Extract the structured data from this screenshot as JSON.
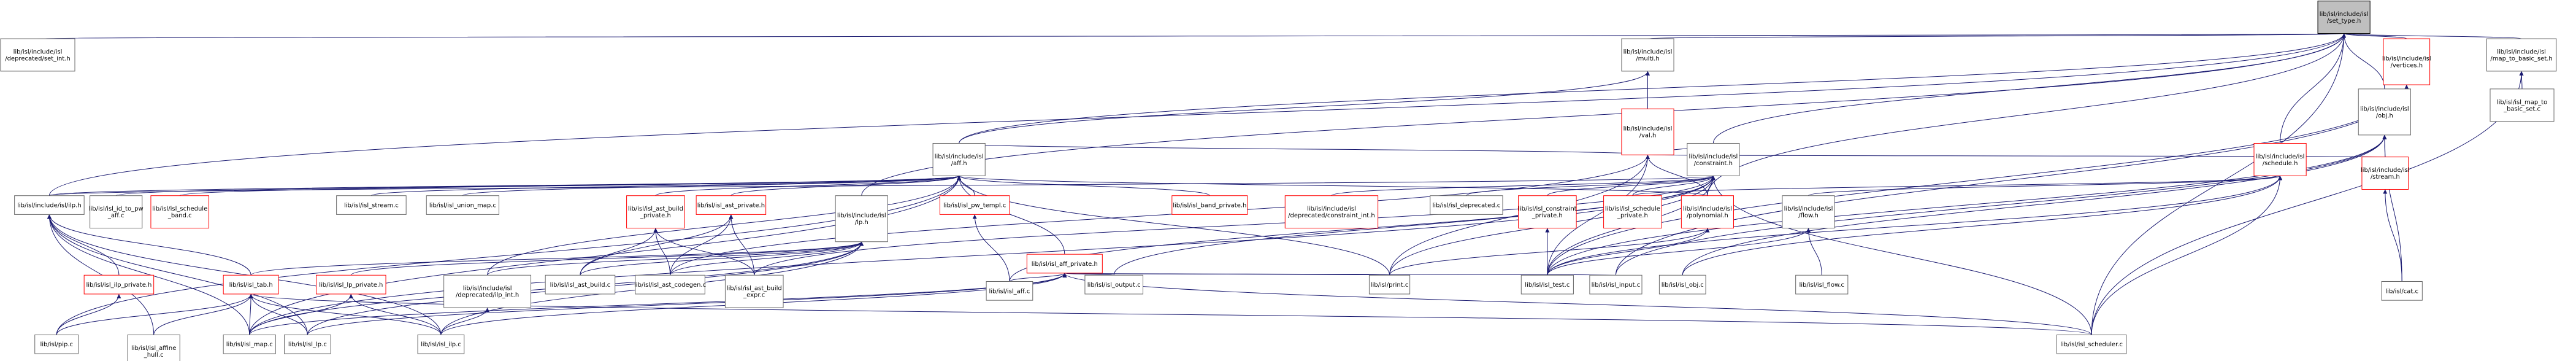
{
  "graph": {
    "edge_color": "#191970",
    "current_fill": "#bfbfbf",
    "nodes": [
      {
        "id": "set_type",
        "lines": [
          "lib/isl/include/isl",
          "/set_type.h"
        ],
        "style": "current"
      },
      {
        "id": "deprecated_set_int",
        "lines": [
          "lib/isl/include/isl",
          "/deprecated/set_int.h"
        ],
        "style": "normal"
      },
      {
        "id": "multi",
        "lines": [
          "lib/isl/include/isl",
          "/multi.h"
        ],
        "style": "normal"
      },
      {
        "id": "val",
        "lines": [
          "lib/isl/include/isl",
          "/val.h"
        ],
        "style": "red"
      },
      {
        "id": "vertices",
        "lines": [
          "lib/isl/include/isl",
          "/vertices.h"
        ],
        "style": "red"
      },
      {
        "id": "map_to_basic_set",
        "lines": [
          "lib/isl/include/isl",
          "/map_to_basic_set.h"
        ],
        "style": "normal"
      },
      {
        "id": "obj",
        "lines": [
          "lib/isl/include/isl",
          "/obj.h"
        ],
        "style": "normal"
      },
      {
        "id": "map_to_basic_set_c",
        "lines": [
          "lib/isl/isl_map_to",
          "_basic_set.c"
        ],
        "style": "normal"
      },
      {
        "id": "aff",
        "lines": [
          "lib/isl/include/isl",
          "/aff.h"
        ],
        "style": "normal"
      },
      {
        "id": "constraint",
        "lines": [
          "lib/isl/include/isl",
          "/constraint.h"
        ],
        "style": "normal"
      },
      {
        "id": "stream",
        "lines": [
          "lib/isl/include/isl",
          "/stream.h"
        ],
        "style": "red"
      },
      {
        "id": "schedule",
        "lines": [
          "lib/isl/include/isl",
          "/schedule.h"
        ],
        "style": "red"
      },
      {
        "id": "cat_c",
        "lines": [
          "lib/isl/cat.c"
        ],
        "style": "normal"
      },
      {
        "id": "ilp",
        "lines": [
          "lib/isl/include/isl/ilp.h"
        ],
        "style": "normal"
      },
      {
        "id": "id_to_pw_aff",
        "lines": [
          "lib/isl/isl_id_to_pw",
          "_aff.c"
        ],
        "style": "normal"
      },
      {
        "id": "schedule_band",
        "lines": [
          "lib/isl/isl_schedule",
          "_band.c"
        ],
        "style": "red"
      },
      {
        "id": "stream_c",
        "lines": [
          "lib/isl/isl_stream.c"
        ],
        "style": "normal"
      },
      {
        "id": "union_map_c",
        "lines": [
          "lib/isl/isl_union_map.c"
        ],
        "style": "normal"
      },
      {
        "id": "ast_build_private",
        "lines": [
          "lib/isl/isl_ast_build",
          "_private.h"
        ],
        "style": "red"
      },
      {
        "id": "ast_private",
        "lines": [
          "lib/isl/isl_ast_private.h"
        ],
        "style": "red"
      },
      {
        "id": "lp_h",
        "lines": [
          "lib/isl/include/isl",
          "/lp.h"
        ],
        "style": "normal"
      },
      {
        "id": "pw_templ",
        "lines": [
          "lib/isl/isl_pw_templ.c"
        ],
        "style": "red"
      },
      {
        "id": "band_private",
        "lines": [
          "lib/isl/isl_band_private.h"
        ],
        "style": "red"
      },
      {
        "id": "deprecated_constraint_int",
        "lines": [
          "lib/isl/include/isl",
          "/deprecated/constraint_int.h"
        ],
        "style": "red"
      },
      {
        "id": "deprecated_c",
        "lines": [
          "lib/isl/isl_deprecated.c"
        ],
        "style": "normal"
      },
      {
        "id": "constraint_private",
        "lines": [
          "lib/isl/isl_constraint",
          "_private.h"
        ],
        "style": "red"
      },
      {
        "id": "schedule_private",
        "lines": [
          "lib/isl/isl_schedule",
          "_private.h"
        ],
        "style": "red"
      },
      {
        "id": "polynomial",
        "lines": [
          "lib/isl/include/isl",
          "/polynomial.h"
        ],
        "style": "red"
      },
      {
        "id": "flow",
        "lines": [
          "lib/isl/include/isl",
          "/flow.h"
        ],
        "style": "normal"
      },
      {
        "id": "aff_private",
        "lines": [
          "lib/isl/isl_aff_private.h"
        ],
        "style": "red"
      },
      {
        "id": "ilp_private",
        "lines": [
          "lib/isl/isl_ilp_private.h"
        ],
        "style": "red"
      },
      {
        "id": "tab",
        "lines": [
          "lib/isl/isl_tab.h"
        ],
        "style": "red"
      },
      {
        "id": "lp_private",
        "lines": [
          "lib/isl/isl_lp_private.h"
        ],
        "style": "red"
      },
      {
        "id": "deprecated_ilp_int",
        "lines": [
          "lib/isl/include/isl",
          "/deprecated/ilp_int.h"
        ],
        "style": "normal"
      },
      {
        "id": "ast_build_c",
        "lines": [
          "lib/isl/isl_ast_build.c"
        ],
        "style": "normal"
      },
      {
        "id": "ast_codegen_c",
        "lines": [
          "lib/isl/isl_ast_codegen.c"
        ],
        "style": "normal"
      },
      {
        "id": "ast_build_expr",
        "lines": [
          "lib/isl/isl_ast_build",
          "_expr.c"
        ],
        "style": "normal"
      },
      {
        "id": "aff_c",
        "lines": [
          "lib/isl/isl_aff.c"
        ],
        "style": "normal"
      },
      {
        "id": "output_c",
        "lines": [
          "lib/isl/isl_output.c"
        ],
        "style": "normal"
      },
      {
        "id": "print_c",
        "lines": [
          "lib/isl/print.c"
        ],
        "style": "normal"
      },
      {
        "id": "test_c",
        "lines": [
          "lib/isl/isl_test.c"
        ],
        "style": "normal"
      },
      {
        "id": "input_c",
        "lines": [
          "lib/isl/isl_input.c"
        ],
        "style": "normal"
      },
      {
        "id": "obj_c",
        "lines": [
          "lib/isl/isl_obj.c"
        ],
        "style": "normal"
      },
      {
        "id": "flow_c",
        "lines": [
          "lib/isl/isl_flow.c"
        ],
        "style": "normal"
      },
      {
        "id": "pip_c",
        "lines": [
          "lib/isl/pip.c"
        ],
        "style": "normal"
      },
      {
        "id": "affine_hull_c",
        "lines": [
          "lib/isl/isl_affine",
          "_hull.c"
        ],
        "style": "normal"
      },
      {
        "id": "map_c",
        "lines": [
          "lib/isl/isl_map.c"
        ],
        "style": "normal"
      },
      {
        "id": "lp_c",
        "lines": [
          "lib/isl/isl_lp.c"
        ],
        "style": "normal"
      },
      {
        "id": "ilp_c",
        "lines": [
          "lib/isl/isl_ilp.c"
        ],
        "style": "normal"
      },
      {
        "id": "scheduler_c",
        "lines": [
          "lib/isl/isl_scheduler.c"
        ],
        "style": "normal"
      }
    ],
    "edges": [
      [
        "deprecated_set_int",
        "set_type"
      ],
      [
        "multi",
        "set_type"
      ],
      [
        "vertices",
        "set_type"
      ],
      [
        "map_to_basic_set",
        "set_type"
      ],
      [
        "obj",
        "set_type"
      ],
      [
        "aff",
        "set_type"
      ],
      [
        "constraint",
        "set_type"
      ],
      [
        "schedule",
        "set_type"
      ],
      [
        "ilp",
        "set_type"
      ],
      [
        "lp_h",
        "set_type"
      ],
      [
        "polynomial",
        "set_type"
      ],
      [
        "scheduler_c",
        "set_type"
      ],
      [
        "val",
        "multi"
      ],
      [
        "aff",
        "multi"
      ],
      [
        "aff",
        "val"
      ],
      [
        "constraint",
        "val"
      ],
      [
        "stream",
        "val"
      ],
      [
        "polynomial",
        "val"
      ],
      [
        "print_c",
        "val"
      ],
      [
        "ast_codegen_c",
        "val"
      ],
      [
        "test_c",
        "val"
      ],
      [
        "map_to_basic_set_c",
        "map_to_basic_set"
      ],
      [
        "scheduler_c",
        "map_to_basic_set"
      ],
      [
        "stream",
        "obj"
      ],
      [
        "cat_c",
        "obj"
      ],
      [
        "obj_c",
        "obj"
      ],
      [
        "input_c",
        "obj"
      ],
      [
        "test_c",
        "obj"
      ],
      [
        "cat_c",
        "stream"
      ],
      [
        "ilp",
        "aff"
      ],
      [
        "id_to_pw_aff",
        "aff"
      ],
      [
        "schedule_band",
        "aff"
      ],
      [
        "stream_c",
        "aff"
      ],
      [
        "union_map_c",
        "aff"
      ],
      [
        "ast_build_private",
        "aff"
      ],
      [
        "ast_private",
        "aff"
      ],
      [
        "pw_templ",
        "aff"
      ],
      [
        "band_private",
        "aff"
      ],
      [
        "aff_private",
        "aff"
      ],
      [
        "polynomial",
        "aff"
      ],
      [
        "print_c",
        "aff"
      ],
      [
        "map_c",
        "aff"
      ],
      [
        "pip_c",
        "aff"
      ],
      [
        "deprecated_ilp_int",
        "aff"
      ],
      [
        "ilp",
        "constraint"
      ],
      [
        "deprecated_constraint_int",
        "constraint"
      ],
      [
        "deprecated_c",
        "constraint"
      ],
      [
        "constraint_private",
        "constraint"
      ],
      [
        "schedule_private",
        "constraint"
      ],
      [
        "polynomial",
        "constraint"
      ],
      [
        "ast_build_expr",
        "constraint"
      ],
      [
        "aff_c",
        "constraint"
      ],
      [
        "output_c",
        "constraint"
      ],
      [
        "print_c",
        "constraint"
      ],
      [
        "scheduler_c",
        "constraint"
      ],
      [
        "map_c",
        "constraint"
      ],
      [
        "test_c",
        "constraint"
      ],
      [
        "schedule_private",
        "schedule"
      ],
      [
        "flow",
        "schedule"
      ],
      [
        "test_c",
        "schedule"
      ],
      [
        "obj_c",
        "schedule"
      ],
      [
        "scheduler_c",
        "schedule"
      ],
      [
        "flow_c",
        "flow"
      ],
      [
        "test_c",
        "flow"
      ],
      [
        "test_c",
        "polynomial"
      ],
      [
        "print_c",
        "polynomial"
      ],
      [
        "test_c",
        "constraint_private"
      ],
      [
        "input_c",
        "vertices"
      ],
      [
        "test_c",
        "vertices"
      ],
      [
        "ilp_private",
        "ilp"
      ],
      [
        "tab",
        "ilp"
      ],
      [
        "affine_hull_c",
        "ilp"
      ],
      [
        "lp_c",
        "ilp"
      ],
      [
        "map_c",
        "ilp"
      ],
      [
        "ilp_c",
        "ilp"
      ],
      [
        "pip_c",
        "ilp_private"
      ],
      [
        "ast_build_c",
        "ast_build_private"
      ],
      [
        "ast_codegen_c",
        "ast_build_private"
      ],
      [
        "ast_build_expr",
        "ast_build_private"
      ],
      [
        "ast_build_c",
        "ast_private"
      ],
      [
        "ast_codegen_c",
        "ast_private"
      ],
      [
        "ast_build_expr",
        "ast_private"
      ],
      [
        "tab",
        "lp_h"
      ],
      [
        "lp_private",
        "lp_h"
      ],
      [
        "deprecated_ilp_int",
        "lp_h"
      ],
      [
        "ast_build_c",
        "lp_h"
      ],
      [
        "ilp_c",
        "lp_h"
      ],
      [
        "map_c",
        "lp_h"
      ],
      [
        "lp_c",
        "lp_h"
      ],
      [
        "ast_codegen_c",
        "lp_h"
      ],
      [
        "aff_c",
        "pw_templ"
      ],
      [
        "aff_c",
        "aff_private"
      ],
      [
        "output_c",
        "aff_private"
      ],
      [
        "print_c",
        "aff_private"
      ],
      [
        "map_c",
        "aff_private"
      ],
      [
        "lp_c",
        "aff_private"
      ],
      [
        "ilp_c",
        "aff_private"
      ],
      [
        "scheduler_c",
        "aff_private"
      ],
      [
        "input_c",
        "aff_private"
      ],
      [
        "pip_c",
        "tab"
      ],
      [
        "affine_hull_c",
        "tab"
      ],
      [
        "map_c",
        "tab"
      ],
      [
        "lp_c",
        "tab"
      ],
      [
        "ilp_c",
        "tab"
      ],
      [
        "scheduler_c",
        "tab"
      ],
      [
        "map_c",
        "lp_private"
      ],
      [
        "ilp_c",
        "lp_private"
      ],
      [
        "ilp_c",
        "deprecated_ilp_int"
      ]
    ]
  }
}
